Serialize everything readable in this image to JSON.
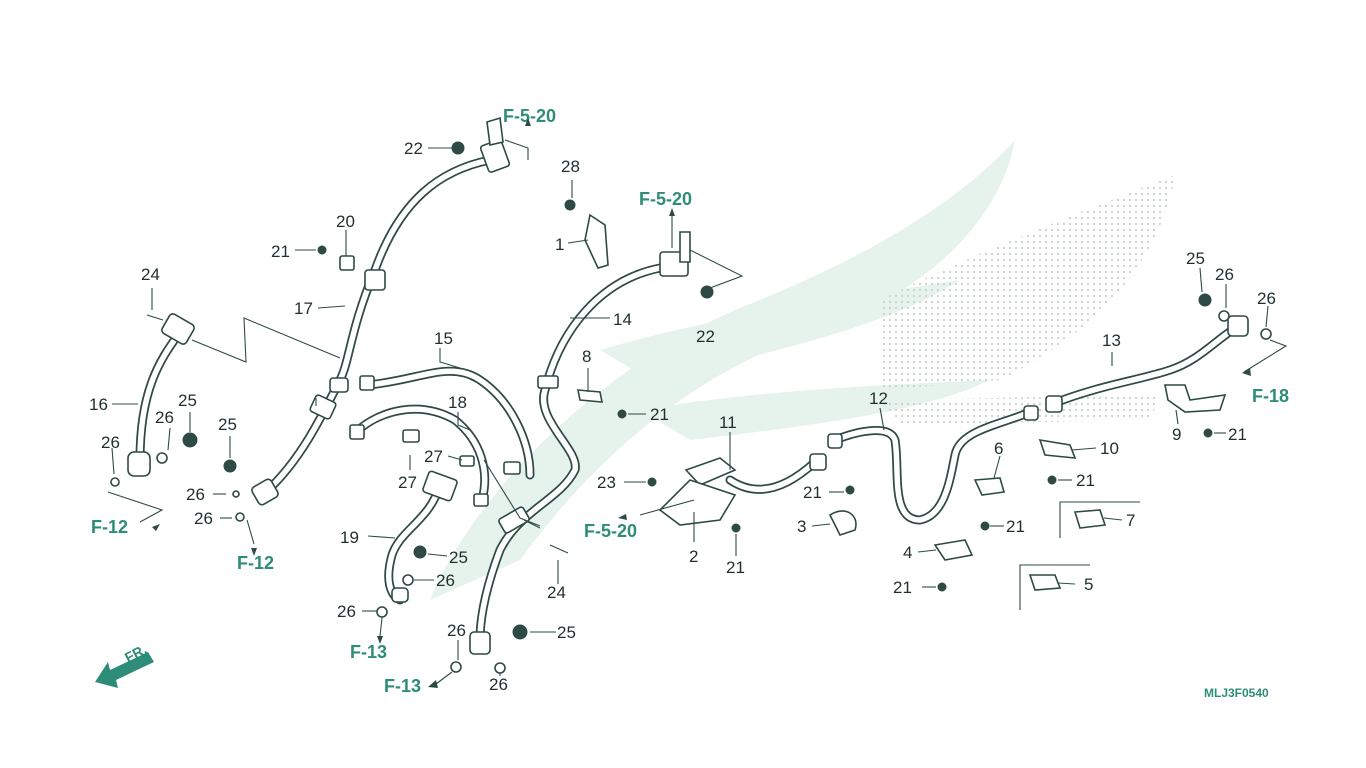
{
  "diagram": {
    "code": "MLJ3F0540",
    "direction_label": "FR.",
    "colors": {
      "accent": "#2e8d78",
      "line": "#2e4a45",
      "watermark": "#e6f3ec"
    },
    "callouts": [
      {
        "id": "c22a",
        "text": "22"
      },
      {
        "id": "c28",
        "text": "28"
      },
      {
        "id": "c20",
        "text": "20"
      },
      {
        "id": "c21a",
        "text": "21"
      },
      {
        "id": "c1",
        "text": "1"
      },
      {
        "id": "c24a",
        "text": "24"
      },
      {
        "id": "c17",
        "text": "17"
      },
      {
        "id": "c14",
        "text": "14"
      },
      {
        "id": "c22b",
        "text": "22"
      },
      {
        "id": "c15",
        "text": "15"
      },
      {
        "id": "c8",
        "text": "8"
      },
      {
        "id": "c21b",
        "text": "21"
      },
      {
        "id": "c16",
        "text": "16"
      },
      {
        "id": "c25a",
        "text": "25"
      },
      {
        "id": "c26a",
        "text": "26"
      },
      {
        "id": "c25b",
        "text": "25"
      },
      {
        "id": "c18",
        "text": "18"
      },
      {
        "id": "c26b",
        "text": "26"
      },
      {
        "id": "c27a",
        "text": "27"
      },
      {
        "id": "c27b",
        "text": "27"
      },
      {
        "id": "c26c",
        "text": "26"
      },
      {
        "id": "c26d",
        "text": "26"
      },
      {
        "id": "c11",
        "text": "11"
      },
      {
        "id": "c23",
        "text": "23"
      },
      {
        "id": "c21c",
        "text": "21"
      },
      {
        "id": "c3",
        "text": "3"
      },
      {
        "id": "c2",
        "text": "2"
      },
      {
        "id": "c21d",
        "text": "21"
      },
      {
        "id": "c19",
        "text": "19"
      },
      {
        "id": "c25c",
        "text": "25"
      },
      {
        "id": "c26e",
        "text": "26"
      },
      {
        "id": "c24b",
        "text": "24"
      },
      {
        "id": "c26f",
        "text": "26"
      },
      {
        "id": "c26g",
        "text": "26"
      },
      {
        "id": "c25d",
        "text": "25"
      },
      {
        "id": "c26h",
        "text": "26"
      },
      {
        "id": "c12",
        "text": "12"
      },
      {
        "id": "c6",
        "text": "6"
      },
      {
        "id": "c21e",
        "text": "21"
      },
      {
        "id": "c4",
        "text": "4"
      },
      {
        "id": "c21f",
        "text": "21"
      },
      {
        "id": "c10",
        "text": "10"
      },
      {
        "id": "c21g",
        "text": "21"
      },
      {
        "id": "c7",
        "text": "7"
      },
      {
        "id": "c5",
        "text": "5"
      },
      {
        "id": "c13",
        "text": "13"
      },
      {
        "id": "c25e",
        "text": "25"
      },
      {
        "id": "c26i",
        "text": "26"
      },
      {
        "id": "c26j",
        "text": "26"
      },
      {
        "id": "c9",
        "text": "9"
      },
      {
        "id": "c21h",
        "text": "21"
      }
    ],
    "references": [
      {
        "id": "r1",
        "text": "F-5-20"
      },
      {
        "id": "r2",
        "text": "F-5-20"
      },
      {
        "id": "r3",
        "text": "F-5-20"
      },
      {
        "id": "r4",
        "text": "F-12"
      },
      {
        "id": "r5",
        "text": "F-12"
      },
      {
        "id": "r6",
        "text": "F-13"
      },
      {
        "id": "r7",
        "text": "F-13"
      },
      {
        "id": "r8",
        "text": "F-18"
      }
    ]
  }
}
